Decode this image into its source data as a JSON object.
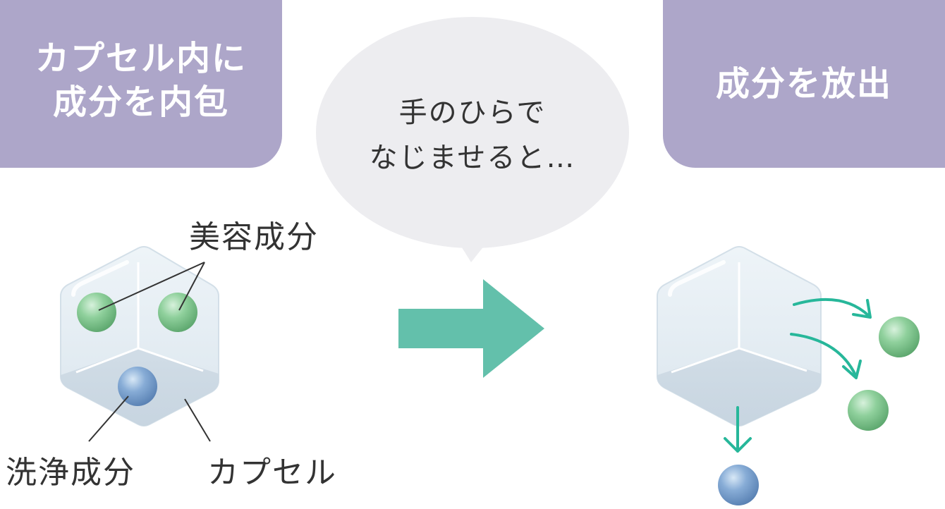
{
  "left_box": {
    "line1": "カプセル内に",
    "line2": "成分を内包"
  },
  "speech_bubble": {
    "line1": "手のひらで",
    "line2": "なじませると…"
  },
  "right_box": {
    "label": "成分を放出"
  },
  "labels": {
    "beauty_ingredient": "美容成分",
    "cleansing_ingredient": "洗浄成分",
    "capsule": "カプセル"
  },
  "colors": {
    "header_box": "#ada6c9",
    "bubble": "#ededf0",
    "arrow": "#63c0ab",
    "release_arrow": "#27b79a",
    "capsule_body": "#d8e3ec",
    "green_ball": "#7fc58f",
    "blue_ball": "#7ea6d1",
    "leader_line": "#333333"
  },
  "icons": {
    "big_arrow": "right-arrow-icon",
    "curved_arrow": "curved-arrow-icon",
    "down_arrow": "down-arrow-icon",
    "capsule": "hexagon-capsule-icon",
    "ingredient": "sphere-icon"
  }
}
